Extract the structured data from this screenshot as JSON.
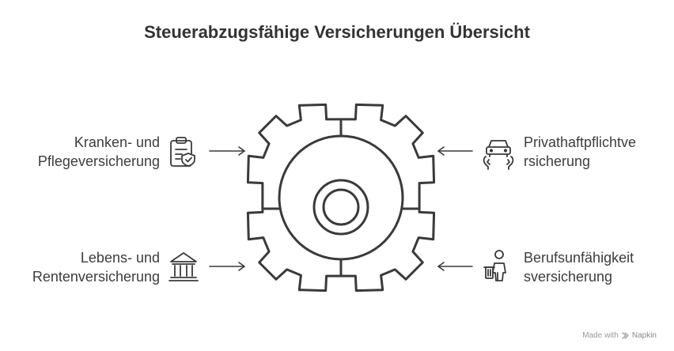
{
  "title": "Steuerabzugsfähige Versicherungen Übersicht",
  "items": [
    {
      "line1": "Kranken- und",
      "line2": "Pflegeversicherung",
      "icon": "clipboard-shield-icon"
    },
    {
      "line1": "Privathaftpflichtve",
      "line2": "rsicherung",
      "icon": "car-hands-icon"
    },
    {
      "line1": "Lebens- und",
      "line2": "Rentenversicherung",
      "icon": "bank-building-icon"
    },
    {
      "line1": "Berufsunfähigkeit",
      "line2": "sversicherung",
      "icon": "person-trash-icon"
    }
  ],
  "footer": {
    "made_with": "Made with",
    "brand": "Napkin"
  },
  "colors": {
    "stroke": "#3a3a3a",
    "background": "#ffffff"
  }
}
